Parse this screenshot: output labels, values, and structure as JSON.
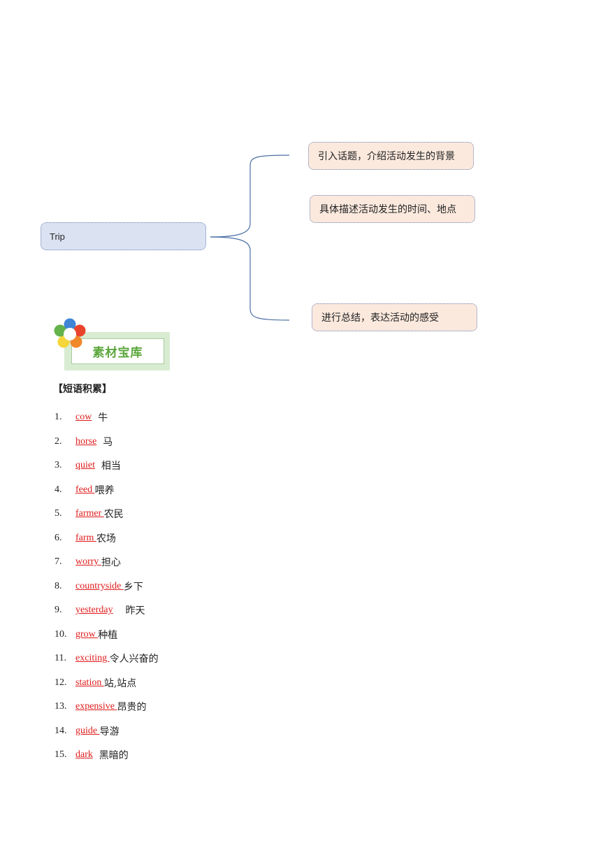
{
  "colors": {
    "root_fill": "#dbe3f2",
    "branch_fill": "#fbe9de",
    "connector": "#4a6fa5",
    "vocab_word": "#e01b1b",
    "logo_text": "#5aa63a"
  },
  "mindmap": {
    "root": {
      "label": "Trip"
    },
    "branches": [
      {
        "label": "引入话题，介绍活动发生的背景"
      },
      {
        "label": "具体描述活动发生的时间、地点"
      },
      {
        "label": "进行总结，表达活动的感受"
      }
    ]
  },
  "logo": {
    "icon": "flower-icon",
    "text": "素材宝库"
  },
  "section": {
    "heading": "【短语积累】"
  },
  "vocabulary": [
    {
      "num": "1.",
      "word": "cow",
      "meaning": "  牛"
    },
    {
      "num": "2.",
      "word": "horse",
      "meaning": "  马"
    },
    {
      "num": "3.",
      "word": "quiet",
      "meaning": "  相当"
    },
    {
      "num": "4.",
      "word": "feed ",
      "meaning": "喂养"
    },
    {
      "num": "5.",
      "word": "farmer ",
      "meaning": "农民"
    },
    {
      "num": "6.",
      "word": "farm ",
      "meaning": "农场"
    },
    {
      "num": "7.",
      "word": "worry ",
      "meaning": "担心"
    },
    {
      "num": "8.",
      "word": "countryside ",
      "meaning": "乡下"
    },
    {
      "num": "9.",
      "word": "yesterday",
      "meaning": "    昨天"
    },
    {
      "num": "10.",
      "word": "grow ",
      "meaning": "种植"
    },
    {
      "num": "11.",
      "word": "exciting ",
      "meaning": "令人兴奋的"
    },
    {
      "num": "12.",
      "word": "station ",
      "meaning": "站,站点"
    },
    {
      "num": "13.",
      "word": "expensive ",
      "meaning": "昂贵的"
    },
    {
      "num": "14.",
      "word": "guide ",
      "meaning": "导游"
    },
    {
      "num": "15.",
      "word": "dark",
      "meaning": "  黑暗的"
    }
  ]
}
